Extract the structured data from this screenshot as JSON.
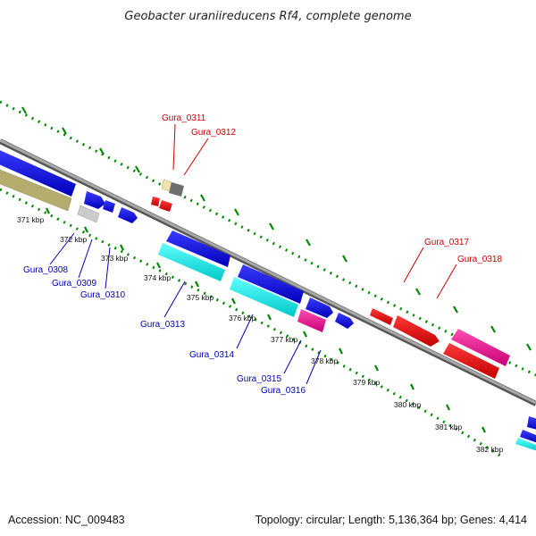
{
  "title": "Geobacter uraniireducens Rf4, complete genome",
  "footer": {
    "accession": "Accession: NC_009483",
    "summary": "Topology: circular; Length: 5,136,364 bp; Genes: 4,414"
  },
  "ticks": [
    "371 kbp",
    "372 kbp",
    "373 kbp",
    "374 kbp",
    "375 kbp",
    "376 kbp",
    "377 kbp",
    "378 kbp",
    "379 kbp",
    "380 kbp",
    "381 kbp",
    "382 kbp"
  ],
  "gene_labels": {
    "top": [
      "Gura_0311",
      "Gura_0312",
      "Gura_0317",
      "Gura_0318"
    ],
    "bottom": [
      "Gura_0308",
      "Gura_0309",
      "Gura_0310",
      "Gura_0313",
      "Gura_0314",
      "Gura_0315",
      "Gura_0316"
    ]
  },
  "colors": {
    "red": "#ff0000",
    "blue": "#0000ee",
    "cyan": "#00ffff",
    "pink": "#ff1493",
    "khaki": "#b5ad6e",
    "beige": "#f0e2a8",
    "gray": "#6e6e6e",
    "silver": "#cccccc",
    "backbone": "#8a8a8a",
    "dots": "#008800"
  }
}
